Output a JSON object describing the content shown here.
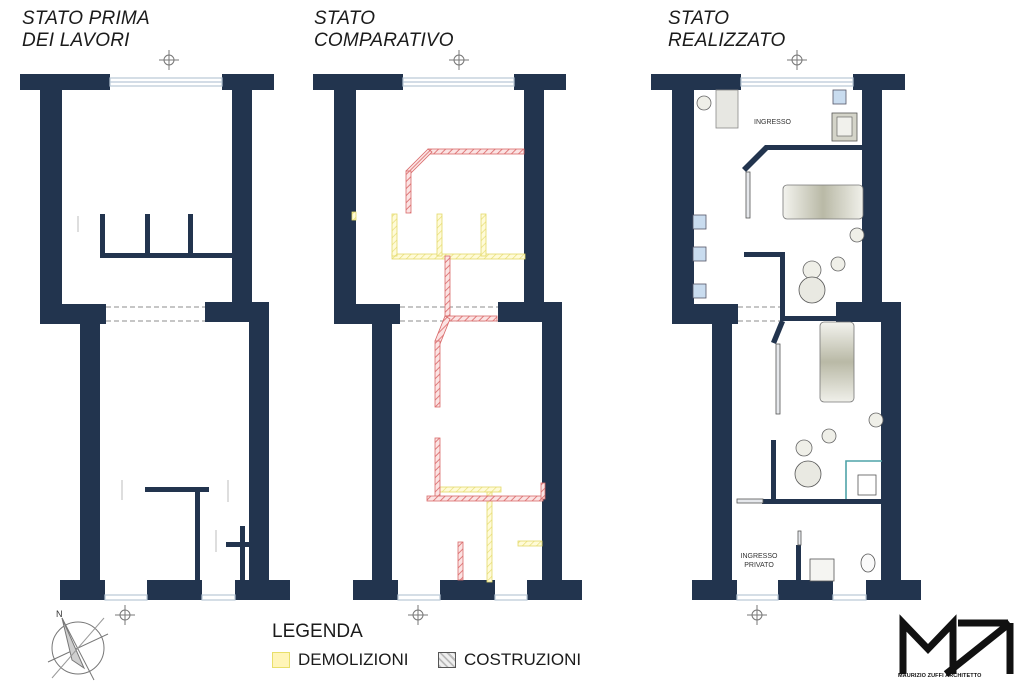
{
  "plans": [
    {
      "id": "before",
      "title_lines": [
        "STATO PRIMA",
        "DEI LAVORI"
      ]
    },
    {
      "id": "comparative",
      "title_lines": [
        "STATO",
        "COMPARATIVO"
      ]
    },
    {
      "id": "realized",
      "title_lines": [
        "STATO",
        "REALIZZATO"
      ]
    }
  ],
  "room_labels": {
    "entrance": "INGRESSO",
    "private_entrance_line1": "INGRESSO",
    "private_entrance_line2": "PRIVATO"
  },
  "compass": {
    "north_label": "N"
  },
  "legend": {
    "title": "LEGENDA",
    "items": [
      {
        "label": "DEMOLIZIONI",
        "color": "#fff5b8"
      },
      {
        "label": "COSTRUZIONI",
        "color": "#bbbbbb"
      }
    ]
  },
  "logo": {
    "caption": "MAURIZIO ZUFFI ARCHITETTO"
  },
  "colors": {
    "wall": "#22344e",
    "demolition": "#e9e07a",
    "construction": "#e58585",
    "window": "#9fb4c8"
  }
}
